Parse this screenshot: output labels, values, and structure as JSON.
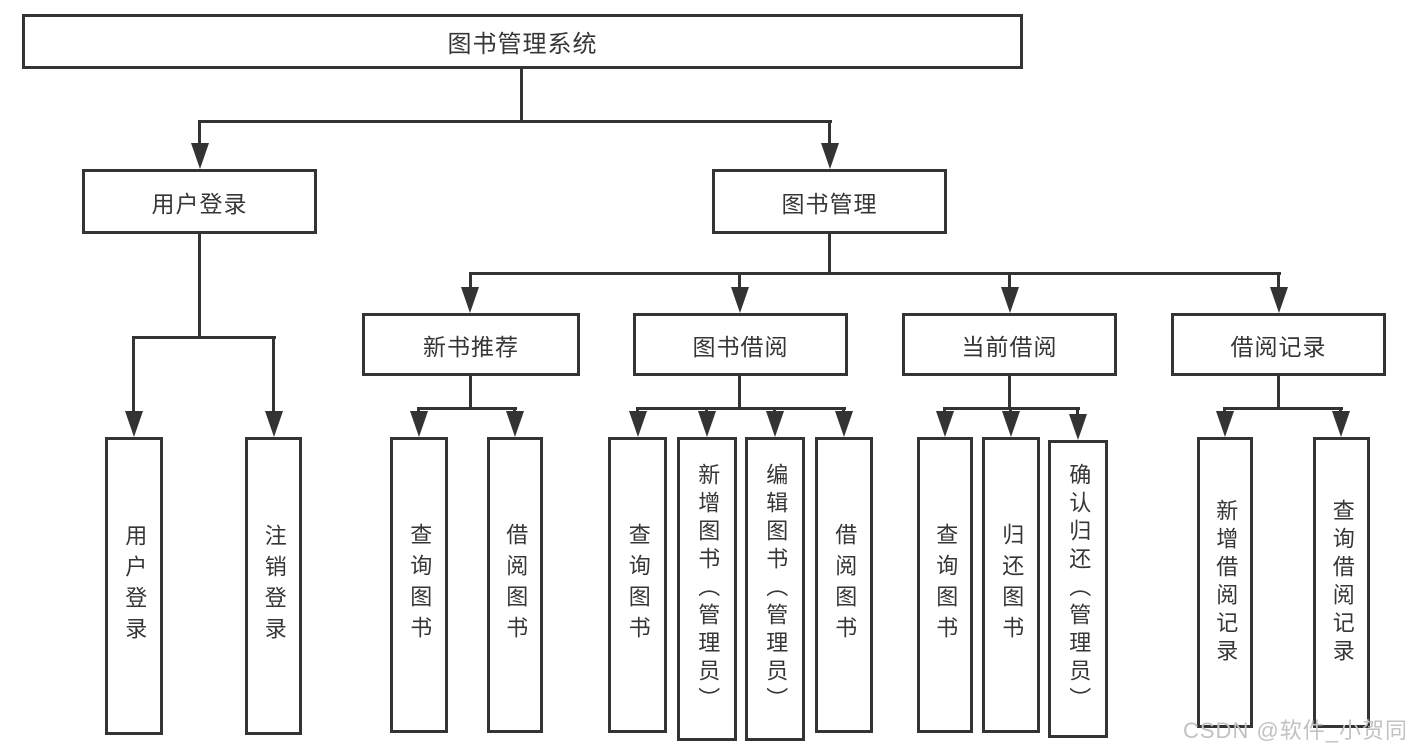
{
  "nodes": {
    "root": "图书管理系统",
    "user_login": "用户登录",
    "book_mgmt": "图书管理",
    "new_book_rec": "新书推荐",
    "book_borrow": "图书借阅",
    "current_borrow": "当前借阅",
    "borrow_record": "借阅记录",
    "ul_login": "用户登录",
    "ul_logout": "注销登录",
    "nr_query": "查询图书",
    "nr_borrow": "借阅图书",
    "bb_query": "查询图书",
    "bb_add": "新增图书（管理员）",
    "bb_edit": "编辑图书（管理员）",
    "bb_borrow": "借阅图书",
    "cb_query": "查询图书",
    "cb_return": "归还图书",
    "cb_confirm": "确认归还（管理员）",
    "br_add": "新增借阅记录",
    "br_query": "查询借阅记录"
  },
  "watermark": "CSDN @软件_小贺同学",
  "colors": {
    "line": "#333333",
    "text": "#363636",
    "watermark": "#c2c2c2",
    "background": "#ffffff"
  }
}
